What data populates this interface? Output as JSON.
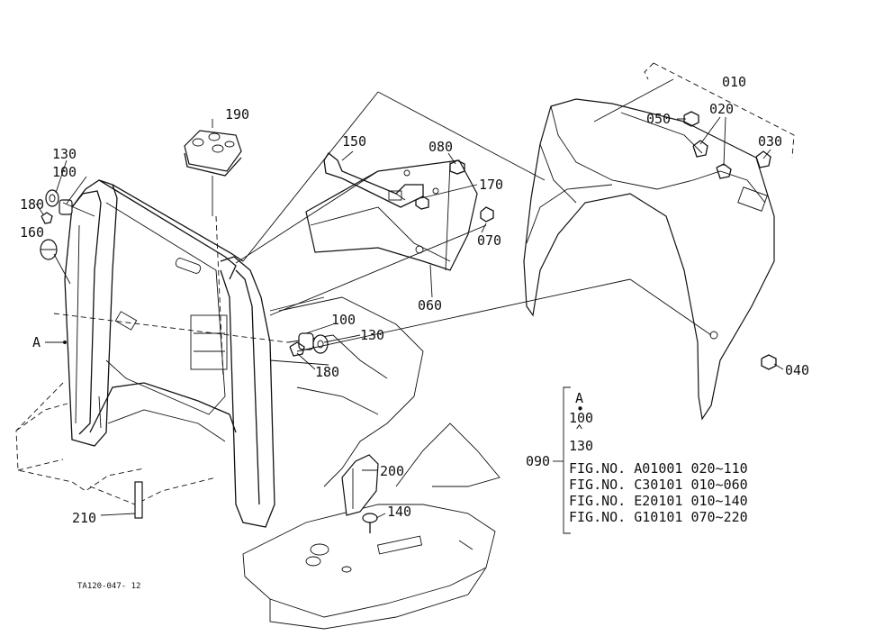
{
  "callouts": {
    "c010": "010",
    "c020": "020",
    "c030": "030",
    "c040": "040",
    "c050": "050",
    "c060": "060",
    "c070": "070",
    "c080": "080",
    "c100a": "100",
    "c100b": "100",
    "c130a": "130",
    "c130b": "130",
    "c140": "140",
    "c150": "150",
    "c160": "160",
    "c170": "170",
    "c180a": "180",
    "c180b": "180",
    "c190": "190",
    "c200": "200",
    "c210": "210",
    "cA": "A"
  },
  "legend": {
    "a": "A",
    "dot": "•",
    "v100": "100",
    "chev": "⌃",
    "v130": "130",
    "group": "090",
    "rows": [
      "FIG.NO. A01001  020~110",
      "FIG.NO. C30101  010~060",
      "FIG.NO. E20101  010~140",
      "FIG.NO. G10101  070~220"
    ]
  },
  "drawing_id": "TA120-047- 12"
}
